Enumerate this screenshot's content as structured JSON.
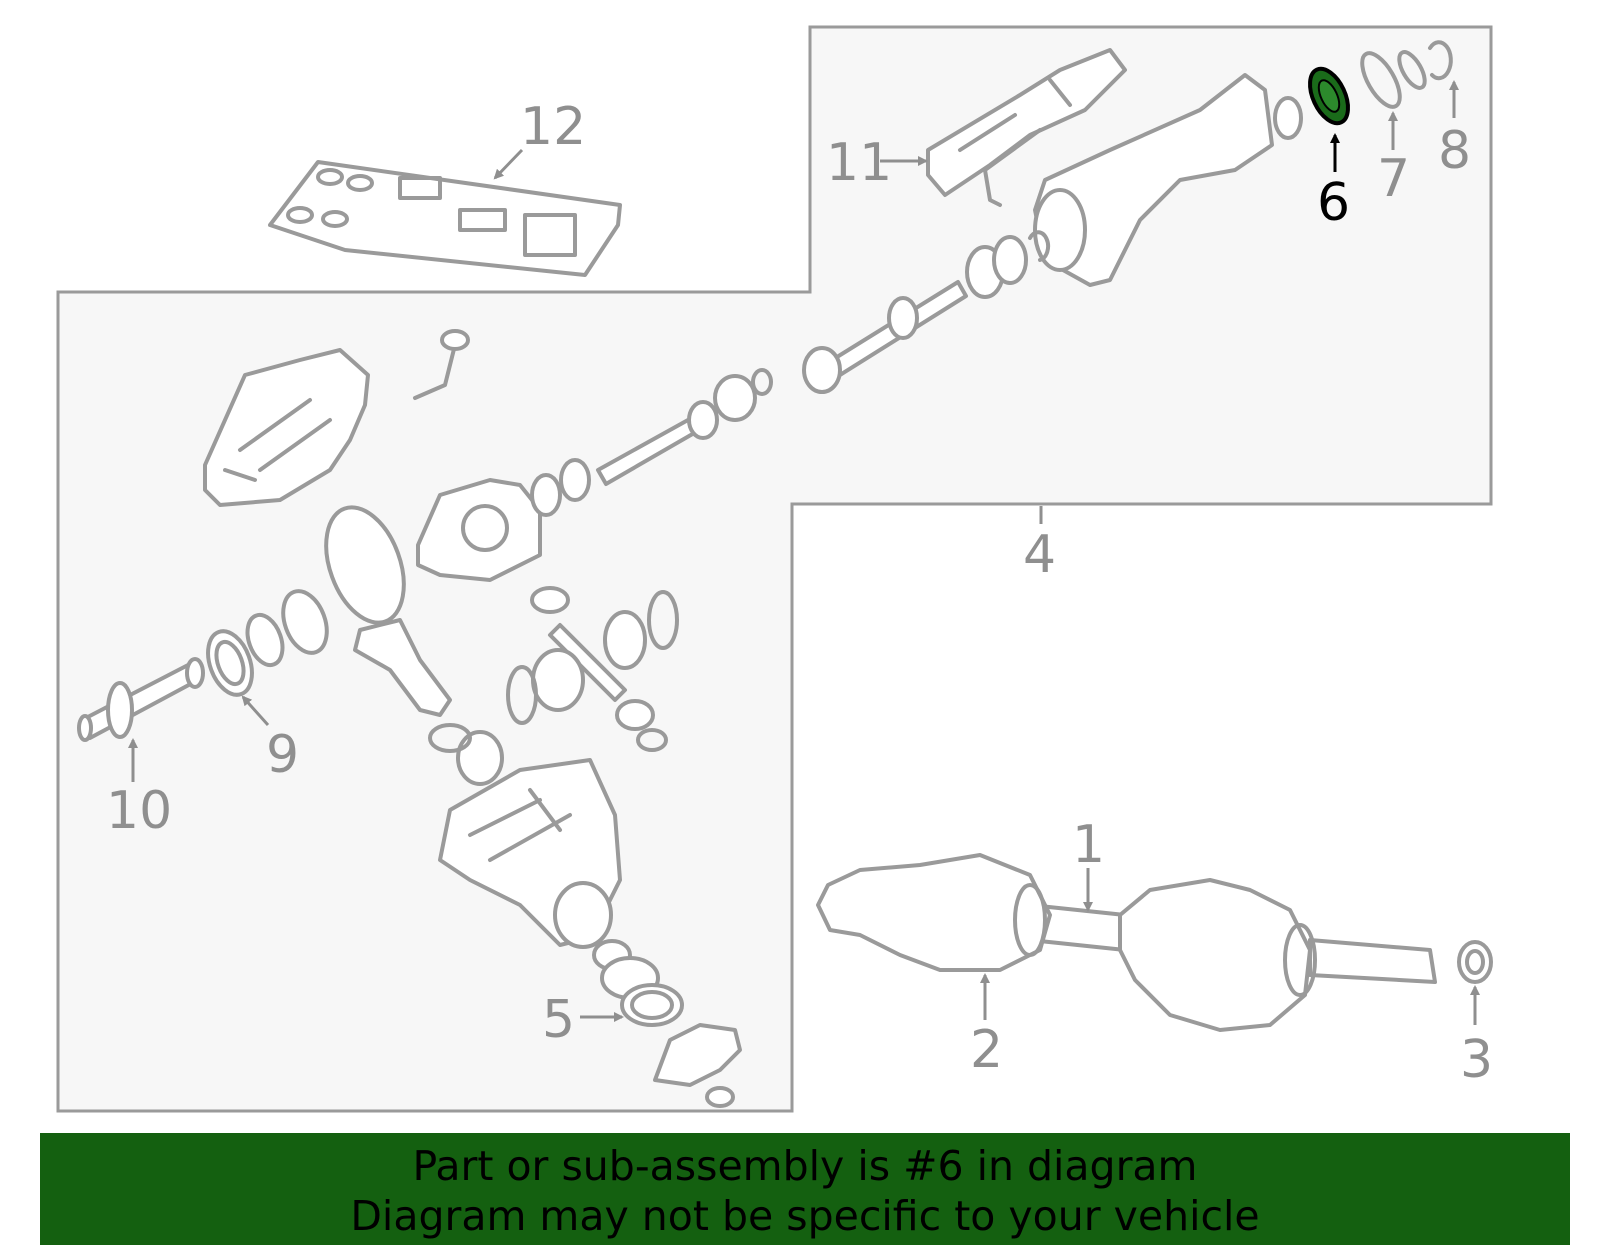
{
  "callouts": {
    "c1": "1",
    "c2": "2",
    "c3": "3",
    "c4": "4",
    "c5": "5",
    "c6": "6",
    "c7": "7",
    "c8": "8",
    "c9": "9",
    "c10": "10",
    "c11": "11",
    "c12": "12"
  },
  "highlight": {
    "part": "6",
    "color": "#1a6b1a"
  },
  "banner": {
    "line1": "Part or sub-assembly is #6 in diagram",
    "line2": "Diagram may not be specific to your vehicle",
    "color": "#146010"
  },
  "colors": {
    "panel": "#f7f7f7",
    "outline": "#9a9a9a",
    "label": "#8f8f8f"
  }
}
